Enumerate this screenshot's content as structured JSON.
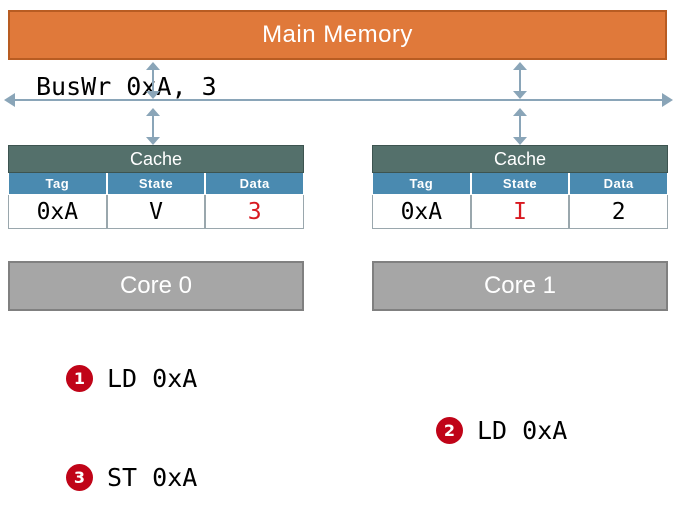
{
  "diagram": {
    "main_memory": {
      "label": "Main Memory"
    },
    "bus": {
      "label": "BusWr 0xA, 3"
    },
    "caches": [
      {
        "title": "Cache",
        "headers": [
          "Tag",
          "State",
          "Data"
        ],
        "cells": [
          {
            "value": "0xA",
            "color": "#000000"
          },
          {
            "value": "V",
            "color": "#000000"
          },
          {
            "value": "3",
            "color": "#d81920"
          }
        ]
      },
      {
        "title": "Cache",
        "headers": [
          "Tag",
          "State",
          "Data"
        ],
        "cells": [
          {
            "value": "0xA",
            "color": "#000000"
          },
          {
            "value": "I",
            "color": "#d81920"
          },
          {
            "value": "2",
            "color": "#000000"
          }
        ]
      }
    ],
    "cores": [
      {
        "label": "Core 0"
      },
      {
        "label": "Core 1"
      }
    ],
    "steps": [
      {
        "number": "1",
        "text": "LD 0xA"
      },
      {
        "number": "2",
        "text": "LD 0xA"
      },
      {
        "number": "3",
        "text": "ST 0xA"
      }
    ],
    "colors": {
      "memory_fill": "#e0793a",
      "cache_title_fill": "#54706b",
      "cache_header_fill": "#4a8ab0",
      "core_fill": "#a6a6a6",
      "badge_fill": "#c00418",
      "highlight_text": "#d81920",
      "bus_line": "#8aa5b8"
    }
  }
}
